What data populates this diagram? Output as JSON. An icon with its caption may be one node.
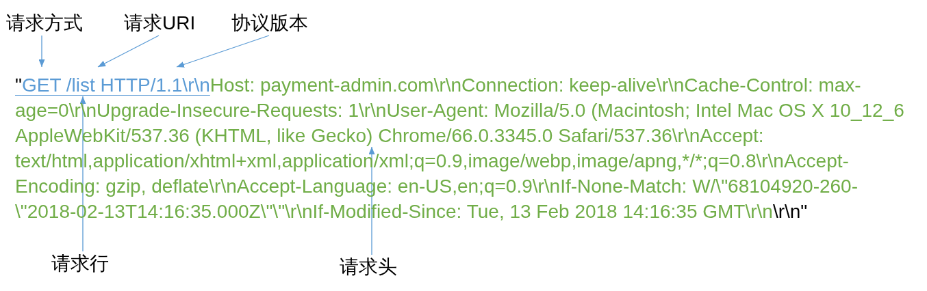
{
  "diagram": {
    "nodes": [
      {
        "text": [
          "请求方式"
        ]
      },
      {
        "text": [
          "请求URI"
        ]
      },
      {
        "text": [
          "协议版本"
        ]
      },
      {
        "text": [
          "GET /list HTTP/1.1\\r\\n"
        ]
      },
      {
        "text": [
          "Host: payment-admin.com\\r\\nConnection: keep-alive\\r\\nCache-Control: max-age=0\\r\\nUpgrade-Insecure-Requests: 1\\r\\nUser-Agent: Mozilla/5.0 (Macintosh; Intel Mac OS X 10_12_6 AppleWebKit/537.36 (KHTML, like Gecko) Chrome/66.0.3345.0 Safari/537.36\\r\\nAccept: text/html,application/xhtml+xml,application/xml;q=0.9,image/webp,image/apng,*/*;q=0.8\\r\\nAccept-Encoding: gzip, deflate\\r\\nAccept-Language: en-US,en;q=0.9\\r\\nIf-None-Match: W/\\\"68104920-260-\\\"2018-02-13T14:16:35.000Z\\\"\\\"\\r\\nIf-Modified-Since: Tue, 13 Feb 2018 14:16:35 GMT\\r\\n"
        ]
      },
      {
        "text": [
          "请求行"
        ]
      },
      {
        "text": [
          "请求头"
        ]
      }
    ],
    "edges": [
      {
        "from": 0,
        "to": 3,
        "arrow": "to"
      },
      {
        "from": 1,
        "to": 3,
        "arrow": "to"
      },
      {
        "from": 2,
        "to": 3,
        "arrow": "to"
      },
      {
        "from": 5,
        "to": 3,
        "arrow": "to"
      },
      {
        "from": 6,
        "to": 4,
        "arrow": "to"
      }
    ],
    "labels": [
      "\"",
      "\\r\\n\""
    ]
  }
}
